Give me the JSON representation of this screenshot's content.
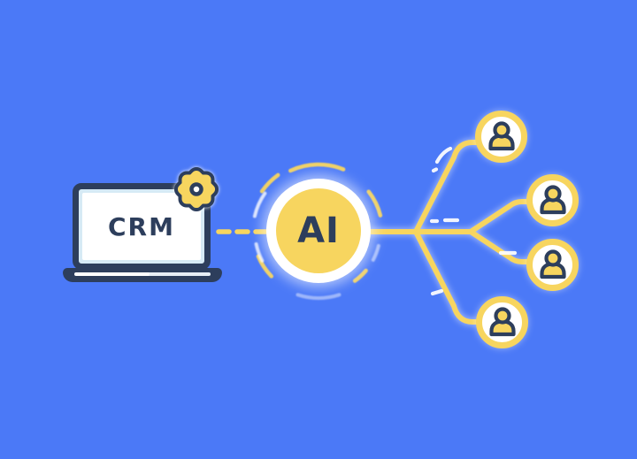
{
  "illustration": {
    "background_color": "#4B79F7",
    "palette": {
      "yellow": "#F7D55F",
      "navy": "#2D3E5C",
      "light_blue": "#D6EAF5"
    },
    "laptop": {
      "screen_label": "CRM",
      "gear_icon": "gear-icon"
    },
    "ai_node": {
      "label": "AI"
    },
    "connector": {
      "style": "dashed",
      "from": "CRM",
      "to": "AI"
    },
    "user_nodes": [
      {
        "icon": "user-icon",
        "position": "top"
      },
      {
        "icon": "user-icon",
        "position": "upper-middle"
      },
      {
        "icon": "user-icon",
        "position": "lower-middle"
      },
      {
        "icon": "user-icon",
        "position": "bottom"
      }
    ]
  }
}
